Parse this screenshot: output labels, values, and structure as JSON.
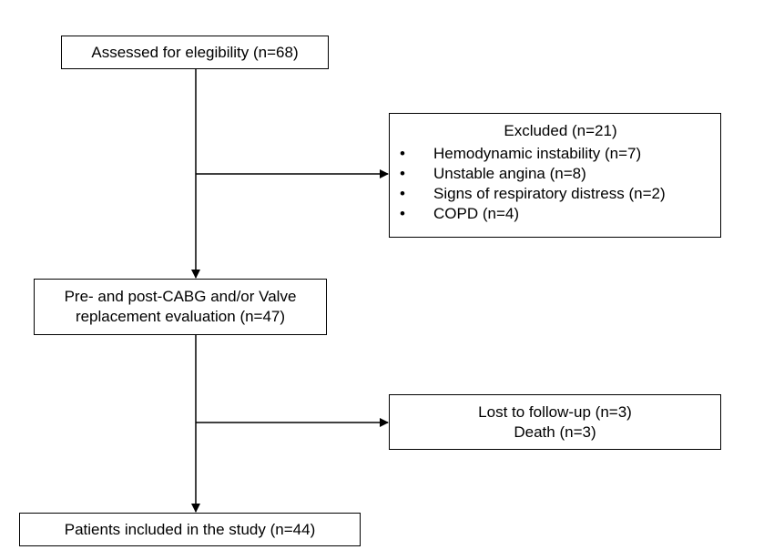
{
  "boxes": {
    "assessed": {
      "text": "Assessed for elegibility (n=68)"
    },
    "excluded": {
      "title": "Excluded (n=21)",
      "items": [
        "Hemodynamic instability (n=7)",
        "Unstable angina (n=8)",
        "Signs of respiratory distress (n=2)",
        "COPD (n=4)"
      ],
      "bullet": "•"
    },
    "evaluation": {
      "line1": "Pre- and post-CABG and/or Valve",
      "line2": "replacement evaluation (n=47)"
    },
    "lost": {
      "line1": "Lost to follow-up (n=3)",
      "line2": "Death (n=3)"
    },
    "included": {
      "text": "Patients included in the study (n=44)"
    }
  },
  "colors": {
    "line": "#000000",
    "box_border": "#000000",
    "background": "#ffffff",
    "text": "#000000"
  }
}
